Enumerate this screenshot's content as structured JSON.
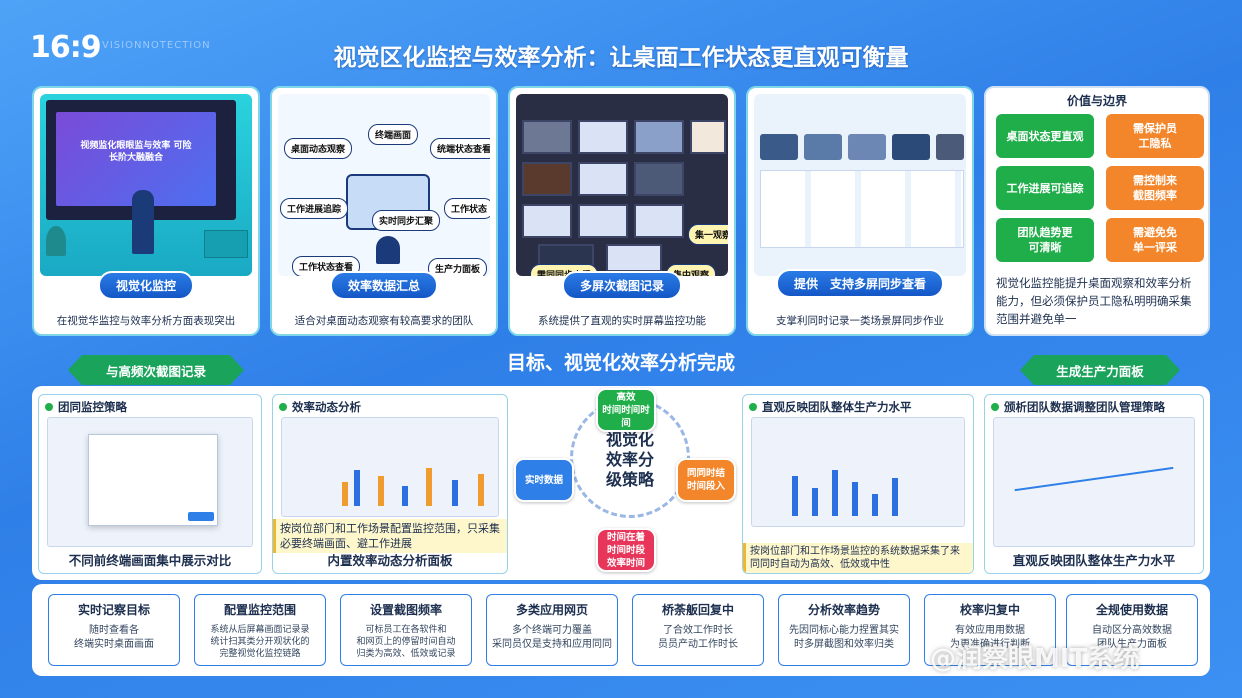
{
  "ratio_label": "16:9",
  "ratio_sub": "VISIONNOTECTION",
  "main_title": "视觉区化监控与效率分析：让桌面工作状态更直观可衡量",
  "top_panels": [
    {
      "pill": "视觉化监控",
      "desc": "在视觉华监控与效率分析方面表现突出",
      "screen_text": "视频监化眼眼监与效率 可险长阶大融融合"
    },
    {
      "pill": "效率数据汇总",
      "desc": "适合对桌面动态观察有较高要求的团队",
      "bubbles": [
        "桌面动态观察",
        "终端画面",
        "统端状态查看",
        "工作进展追踪",
        "实时同步汇聚",
        "工作状态",
        "工作状态查看",
        "生产力面板"
      ]
    },
    {
      "pill": "多屏次截图记录",
      "desc": "系统提供了直观的实时屏幕监控功能",
      "labels": [
        "需同同步查看",
        "集中观察",
        "集一观察"
      ]
    },
    {
      "pill": "支持多屏同步查看",
      "pill_prefix": "提供",
      "desc": "支掌利同时记录一类场景屏同步作业"
    }
  ],
  "value_panel": {
    "title": "价值与边界",
    "green": [
      "桌面状态更直观",
      "工作进展可追踪",
      "团队趋势更\n可清晰"
    ],
    "orange": [
      "需保护员\n工隐私",
      "需控制来\n截图频率",
      "需避免免\n单一评采"
    ],
    "desc": "视觉化监控能提升桌面观察和效率分析能力，但必须保护员工隐私明明确采集范围并避免单一"
  },
  "mid_title": "目标、视觉化效率分析完成",
  "tag_left": "与高频次截图记录",
  "tag_right": "生成生产力面板",
  "row2_cards": [
    {
      "title": "团同监控策略",
      "foot": "不同前终端画面集中展示对比"
    },
    {
      "title": "效率动态分析",
      "foot": "内置效率动态分析面板",
      "note": "按岗位部门和工作场景配置监控范围，只采集必要终端画面、避工作进展"
    },
    {
      "title": "直观反映团队整体生产力水平",
      "foot": "",
      "note": "按岗位部门和工作场景监控的系统数据采集了来同同时自动为高效、低效或中性"
    },
    {
      "title": "颁析团队数据调整团队管理策略",
      "foot": "直观反映团队整体生产力水平"
    }
  ],
  "center": {
    "core": "视觉化\n效率分\n级策略",
    "nodes": [
      "高效\n时间时间时间",
      "同同时结\n时间段入",
      "时间在着\n时间时段\n效率时间",
      "实时数据"
    ]
  },
  "tips": [
    {
      "t": "实时记察目标",
      "d": "随时查看各\n终端实时桌面画面"
    },
    {
      "t": "配置监控范围",
      "d": "系统从后屏幕画面记录录\n统计扫其类分开观状化的\n完整视觉化监控链路"
    },
    {
      "t": "设置截图频率",
      "d": "可标员工在各软件和\n和网页上的停留时间自动\n归类为高效、低效或记录"
    },
    {
      "t": "多类应用网页",
      "d": "多个终端可力覆盖\n采同员仅是支持和应用同同"
    },
    {
      "t": "桥荼舨回复中",
      "d": "了合效工作时长\n员员产动工作时长"
    },
    {
      "t": "分析效率趋势",
      "d": "先因同标心能力捏置其实\n时多屏截图和效率归类"
    },
    {
      "t": "校率归复中",
      "d": "有效应用用数据\n为更准确进行判断"
    },
    {
      "t": "全规使用数据",
      "d": "自动区分高效数据\n团队生产力面板"
    }
  ],
  "watermark": "@润察眼MIT系统",
  "colors": {
    "accent": "#2f7fe8",
    "green": "#1fae49",
    "orange": "#f3862a",
    "pill": "#1457c6"
  }
}
